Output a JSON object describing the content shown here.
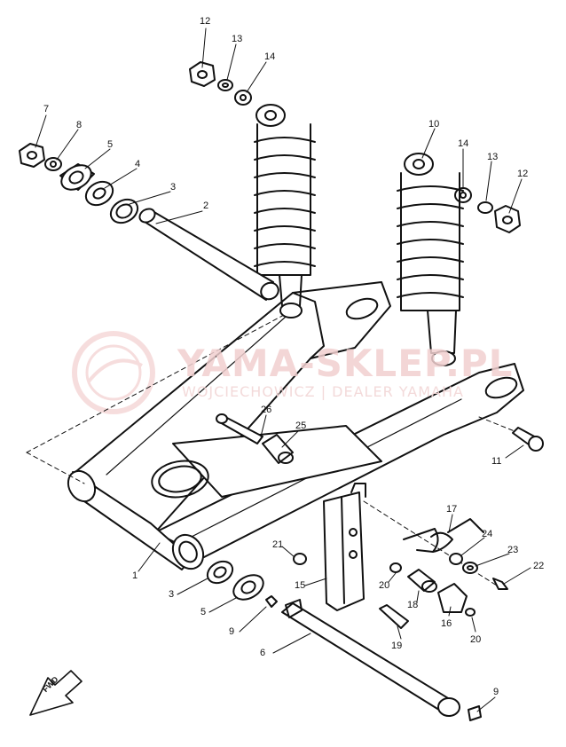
{
  "watermark": {
    "title": "YAMA-SKLEP.PL",
    "subtitle": "WOJCIECHOWICZ | DEALER YAMAHA",
    "color": "#f1d0d0"
  },
  "direction_marker": {
    "text": "FWD",
    "icon": "forward-arrow-icon"
  },
  "part_labels": [
    {
      "id": "12a",
      "text": "12"
    },
    {
      "id": "13a",
      "text": "13"
    },
    {
      "id": "14a",
      "text": "14"
    },
    {
      "id": "7",
      "text": "7"
    },
    {
      "id": "8",
      "text": "8"
    },
    {
      "id": "5a",
      "text": "5"
    },
    {
      "id": "4",
      "text": "4"
    },
    {
      "id": "3a",
      "text": "3"
    },
    {
      "id": "2",
      "text": "2"
    },
    {
      "id": "10",
      "text": "10"
    },
    {
      "id": "14b",
      "text": "14"
    },
    {
      "id": "13b",
      "text": "13"
    },
    {
      "id": "12b",
      "text": "12"
    },
    {
      "id": "26",
      "text": "26"
    },
    {
      "id": "25",
      "text": "25"
    },
    {
      "id": "11",
      "text": "11"
    },
    {
      "id": "17",
      "text": "17"
    },
    {
      "id": "24",
      "text": "24"
    },
    {
      "id": "23",
      "text": "23"
    },
    {
      "id": "22",
      "text": "22"
    },
    {
      "id": "21",
      "text": "21"
    },
    {
      "id": "1",
      "text": "1"
    },
    {
      "id": "15",
      "text": "15"
    },
    {
      "id": "20a",
      "text": "20"
    },
    {
      "id": "18",
      "text": "18"
    },
    {
      "id": "16",
      "text": "16"
    },
    {
      "id": "20b",
      "text": "20"
    },
    {
      "id": "3b",
      "text": "3"
    },
    {
      "id": "5b",
      "text": "5"
    },
    {
      "id": "9a",
      "text": "9"
    },
    {
      "id": "19",
      "text": "19"
    },
    {
      "id": "6",
      "text": "6"
    },
    {
      "id": "9b",
      "text": "9"
    }
  ]
}
